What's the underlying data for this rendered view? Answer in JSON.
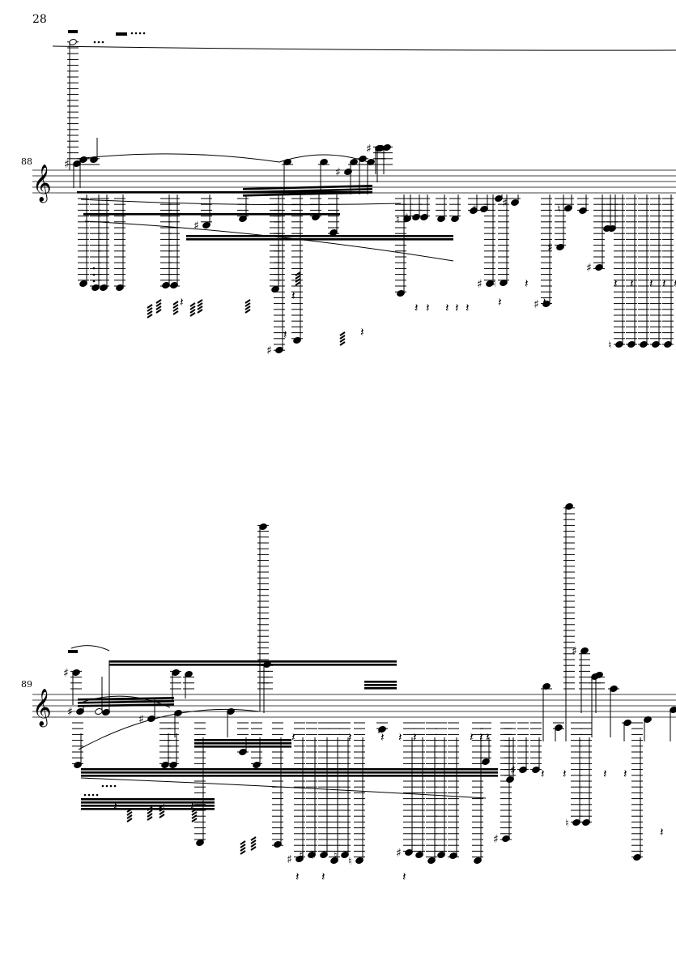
{
  "page": {
    "page_number": "28"
  },
  "systems": [
    {
      "measure_number": "88",
      "clef": "treble"
    },
    {
      "measure_number": "89",
      "clef": "treble"
    }
  ],
  "colors": {
    "ink": "#000000",
    "paper": "#ffffff"
  }
}
